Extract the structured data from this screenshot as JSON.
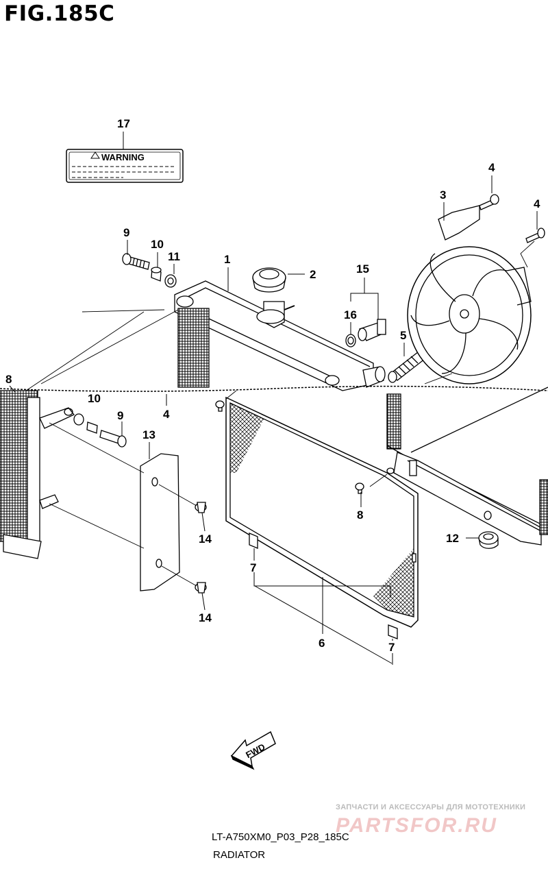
{
  "figure_title": "FIG.185C",
  "warning_label_text": "WARNING",
  "fwd_arrow_text": "FWD",
  "part_code": "LT-A750XM0_P03_P28_185C",
  "part_name": "RADIATOR",
  "watermark": {
    "tagline": "ЗАПЧАСТИ И АКСЕССУАРЫ ДЛЯ МОТОТЕХНИКИ",
    "brand": "PARTSFOR.RU"
  },
  "callouts": [
    {
      "id": "c17a",
      "text": "17"
    },
    {
      "id": "c4a",
      "text": "4"
    },
    {
      "id": "c3",
      "text": "3"
    },
    {
      "id": "c4b",
      "text": "4"
    },
    {
      "id": "c9a",
      "text": "9"
    },
    {
      "id": "c10a",
      "text": "10"
    },
    {
      "id": "c11",
      "text": "11"
    },
    {
      "id": "c1",
      "text": "1"
    },
    {
      "id": "c2",
      "text": "2"
    },
    {
      "id": "c15",
      "text": "15"
    },
    {
      "id": "c16",
      "text": "16"
    },
    {
      "id": "c5",
      "text": "5"
    },
    {
      "id": "c8a",
      "text": "8"
    },
    {
      "id": "c10b",
      "text": "10"
    },
    {
      "id": "c4c",
      "text": "4"
    },
    {
      "id": "c9b",
      "text": "9"
    },
    {
      "id": "c13",
      "text": "13"
    },
    {
      "id": "c14a",
      "text": "14"
    },
    {
      "id": "c14b",
      "text": "14"
    },
    {
      "id": "c8b",
      "text": "8"
    },
    {
      "id": "c12",
      "text": "12"
    },
    {
      "id": "c7a",
      "text": "7"
    },
    {
      "id": "c6",
      "text": "6"
    },
    {
      "id": "c7b",
      "text": "7"
    }
  ]
}
